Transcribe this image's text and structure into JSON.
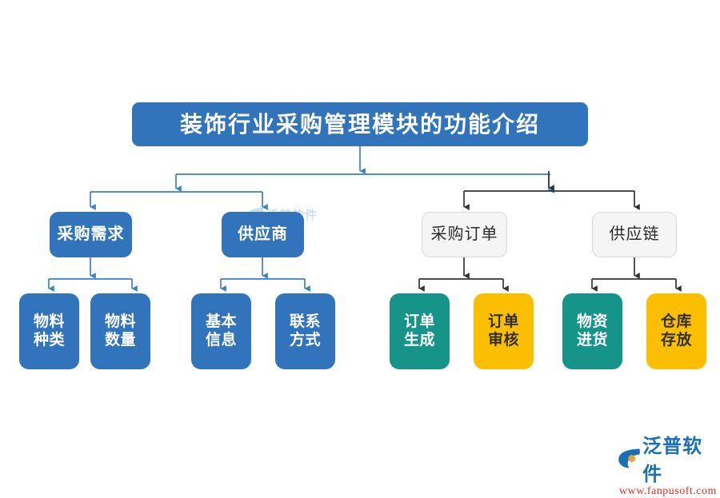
{
  "diagram": {
    "title_node": {
      "label": "装饰行业采购管理模块的功能介绍"
    },
    "branches": [
      {
        "id": "purchase-demand",
        "label": "采购需求",
        "style": "blue",
        "children": [
          {
            "id": "material-type",
            "label": "物料\n种类",
            "style": "blue"
          },
          {
            "id": "material-quantity",
            "label": "物料\n数量",
            "style": "blue"
          }
        ]
      },
      {
        "id": "supplier",
        "label": "供应商",
        "style": "blue",
        "children": [
          {
            "id": "basic-info",
            "label": "基本\n信息",
            "style": "blue"
          },
          {
            "id": "contact-info",
            "label": "联系\n方式",
            "style": "blue"
          }
        ]
      },
      {
        "id": "purchase-order",
        "label": "采购订单",
        "style": "gray",
        "children": [
          {
            "id": "order-create",
            "label": "订单\n生成",
            "style": "teal"
          },
          {
            "id": "order-audit",
            "label": "订单\n审核",
            "style": "yellow"
          }
        ]
      },
      {
        "id": "supply-chain",
        "label": "供应链",
        "style": "gray",
        "children": [
          {
            "id": "goods-inbound",
            "label": "物资\n进货",
            "style": "teal"
          },
          {
            "id": "warehouse-store",
            "label": "仓库\n存放",
            "style": "yellow"
          }
        ]
      }
    ]
  },
  "watermark": {
    "brand": "泛普软件",
    "url": "www.fanpusoft.com"
  },
  "colors": {
    "blue": "#3174BC",
    "teal": "#16948A",
    "yellow": "#FCBF00",
    "gray_box": "#F5F5F5",
    "gray_border": "#D8D8D8",
    "connector_blue": "#3C7FC6",
    "connector_black": "#333333",
    "background": "#FFFFFF",
    "brand_blue": "#1A6FB5",
    "brand_red": "#D3322B"
  }
}
